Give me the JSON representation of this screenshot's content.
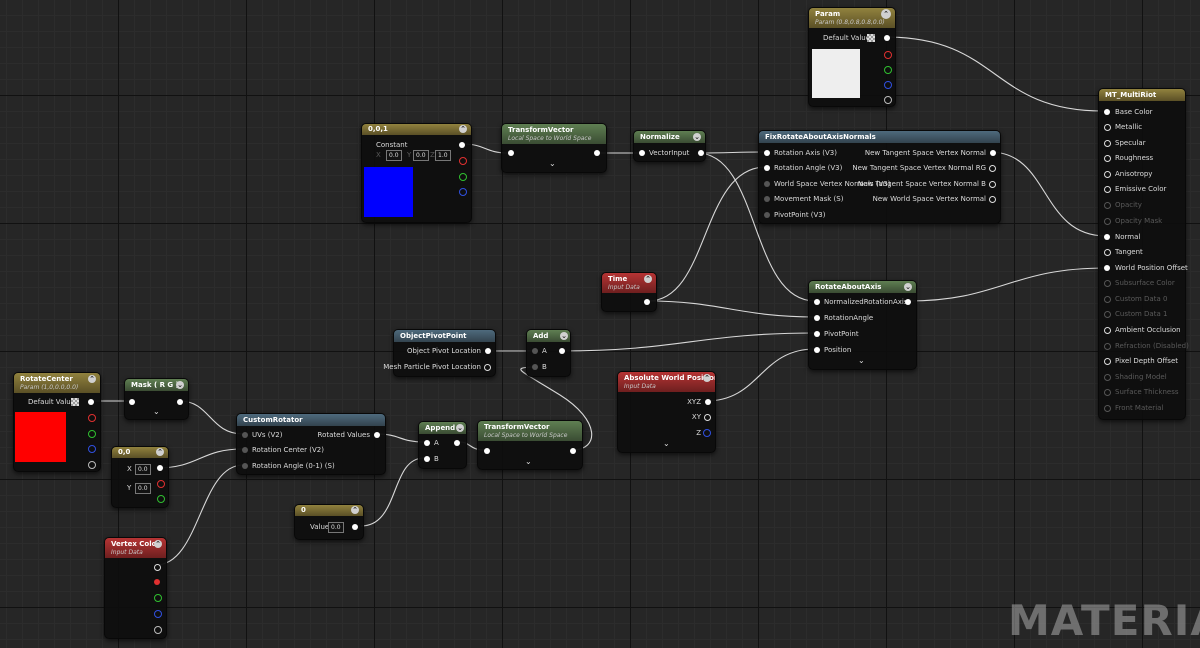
{
  "watermark": "MATERIAL",
  "nodes": {
    "param": {
      "title": "Param",
      "subtitle": "Param (0.8,0.8,0.8,0.0)",
      "label": "Default Value"
    },
    "mt": {
      "title": "MT_MultiRiot",
      "pins": [
        "Base Color",
        "Metallic",
        "Specular",
        "Roughness",
        "Anisotropy",
        "Emissive Color",
        "Opacity",
        "Opacity Mask",
        "Normal",
        "Tangent",
        "World Position Offset",
        "Subsurface Color",
        "Custom Data 0",
        "Custom Data 1",
        "Ambient Occlusion",
        "Refraction (Disabled)",
        "Pixel Depth Offset",
        "Shading Model",
        "Surface Thickness",
        "Front Material"
      ]
    },
    "constant": {
      "title": "0,0,1",
      "label": "Constant",
      "x_label": "X",
      "x": "0.0",
      "y_label": "Y",
      "y": "0.0",
      "z_label": "Z",
      "z": "1.0"
    },
    "transform1": {
      "title": "TransformVector",
      "subtitle": "Local Space to World Space"
    },
    "normalize": {
      "title": "Normalize",
      "input": "VectorInput"
    },
    "fixrotate": {
      "title": "FixRotateAboutAxisNormals",
      "inputs": [
        "Rotation Axis (V3)",
        "Rotation Angle (V3)",
        "World Space Vertex Normals (V3)",
        "Movement Mask (S)",
        "PivotPoint (V3)"
      ],
      "outputs": [
        "New Tangent Space Vertex Normal",
        "New Tangent Space Vertex Normal RG",
        "New Tangent Space Vertex Normal B",
        "New World Space Vertex Normal"
      ]
    },
    "time": {
      "title": "Time",
      "subtitle": "Input Data"
    },
    "rotate": {
      "title": "RotateAboutAxis",
      "inputs": [
        "NormalizedRotationAxis",
        "RotationAngle",
        "PivotPoint",
        "Position"
      ]
    },
    "objpivot": {
      "title": "ObjectPivotPoint",
      "outputs": [
        "Object Pivot Location",
        "Mesh Particle Pivot Location"
      ]
    },
    "add": {
      "title": "Add",
      "a": "A",
      "b": "B"
    },
    "absworld": {
      "title": "Absolute World Position",
      "subtitle": "Input Data",
      "outputs": [
        "XYZ",
        "XY",
        "Z"
      ]
    },
    "rotcenter": {
      "title": "RotateCenter",
      "subtitle": "Param (1,0,0.0,0.0)",
      "label": "Default Value"
    },
    "mask": {
      "title": "Mask ( R G )"
    },
    "zero2": {
      "title": "0,0",
      "x_label": "X",
      "x": "0.0",
      "y_label": "Y",
      "y": "0.0"
    },
    "customrot": {
      "title": "CustomRotator",
      "inputs": [
        "UVs (V2)",
        "Rotation Center (V2)",
        "Rotation Angle (0-1) (S)"
      ],
      "output": "Rotated Values"
    },
    "append": {
      "title": "Append",
      "a": "A",
      "b": "B"
    },
    "transform2": {
      "title": "TransformVector",
      "subtitle": "Local Space to World Space"
    },
    "zero": {
      "title": "0",
      "label": "Value",
      "value": "0.0"
    },
    "vcolor": {
      "title": "Vertex Color",
      "subtitle": "Input Data"
    }
  },
  "colors": {
    "red_pin": "#e03030",
    "green_pin": "#30c030",
    "blue_pin": "#3050e0",
    "constant_swatch": "#0000ff",
    "param_swatch": "#eeeeee",
    "rotcenter_swatch": "#ff0000"
  }
}
